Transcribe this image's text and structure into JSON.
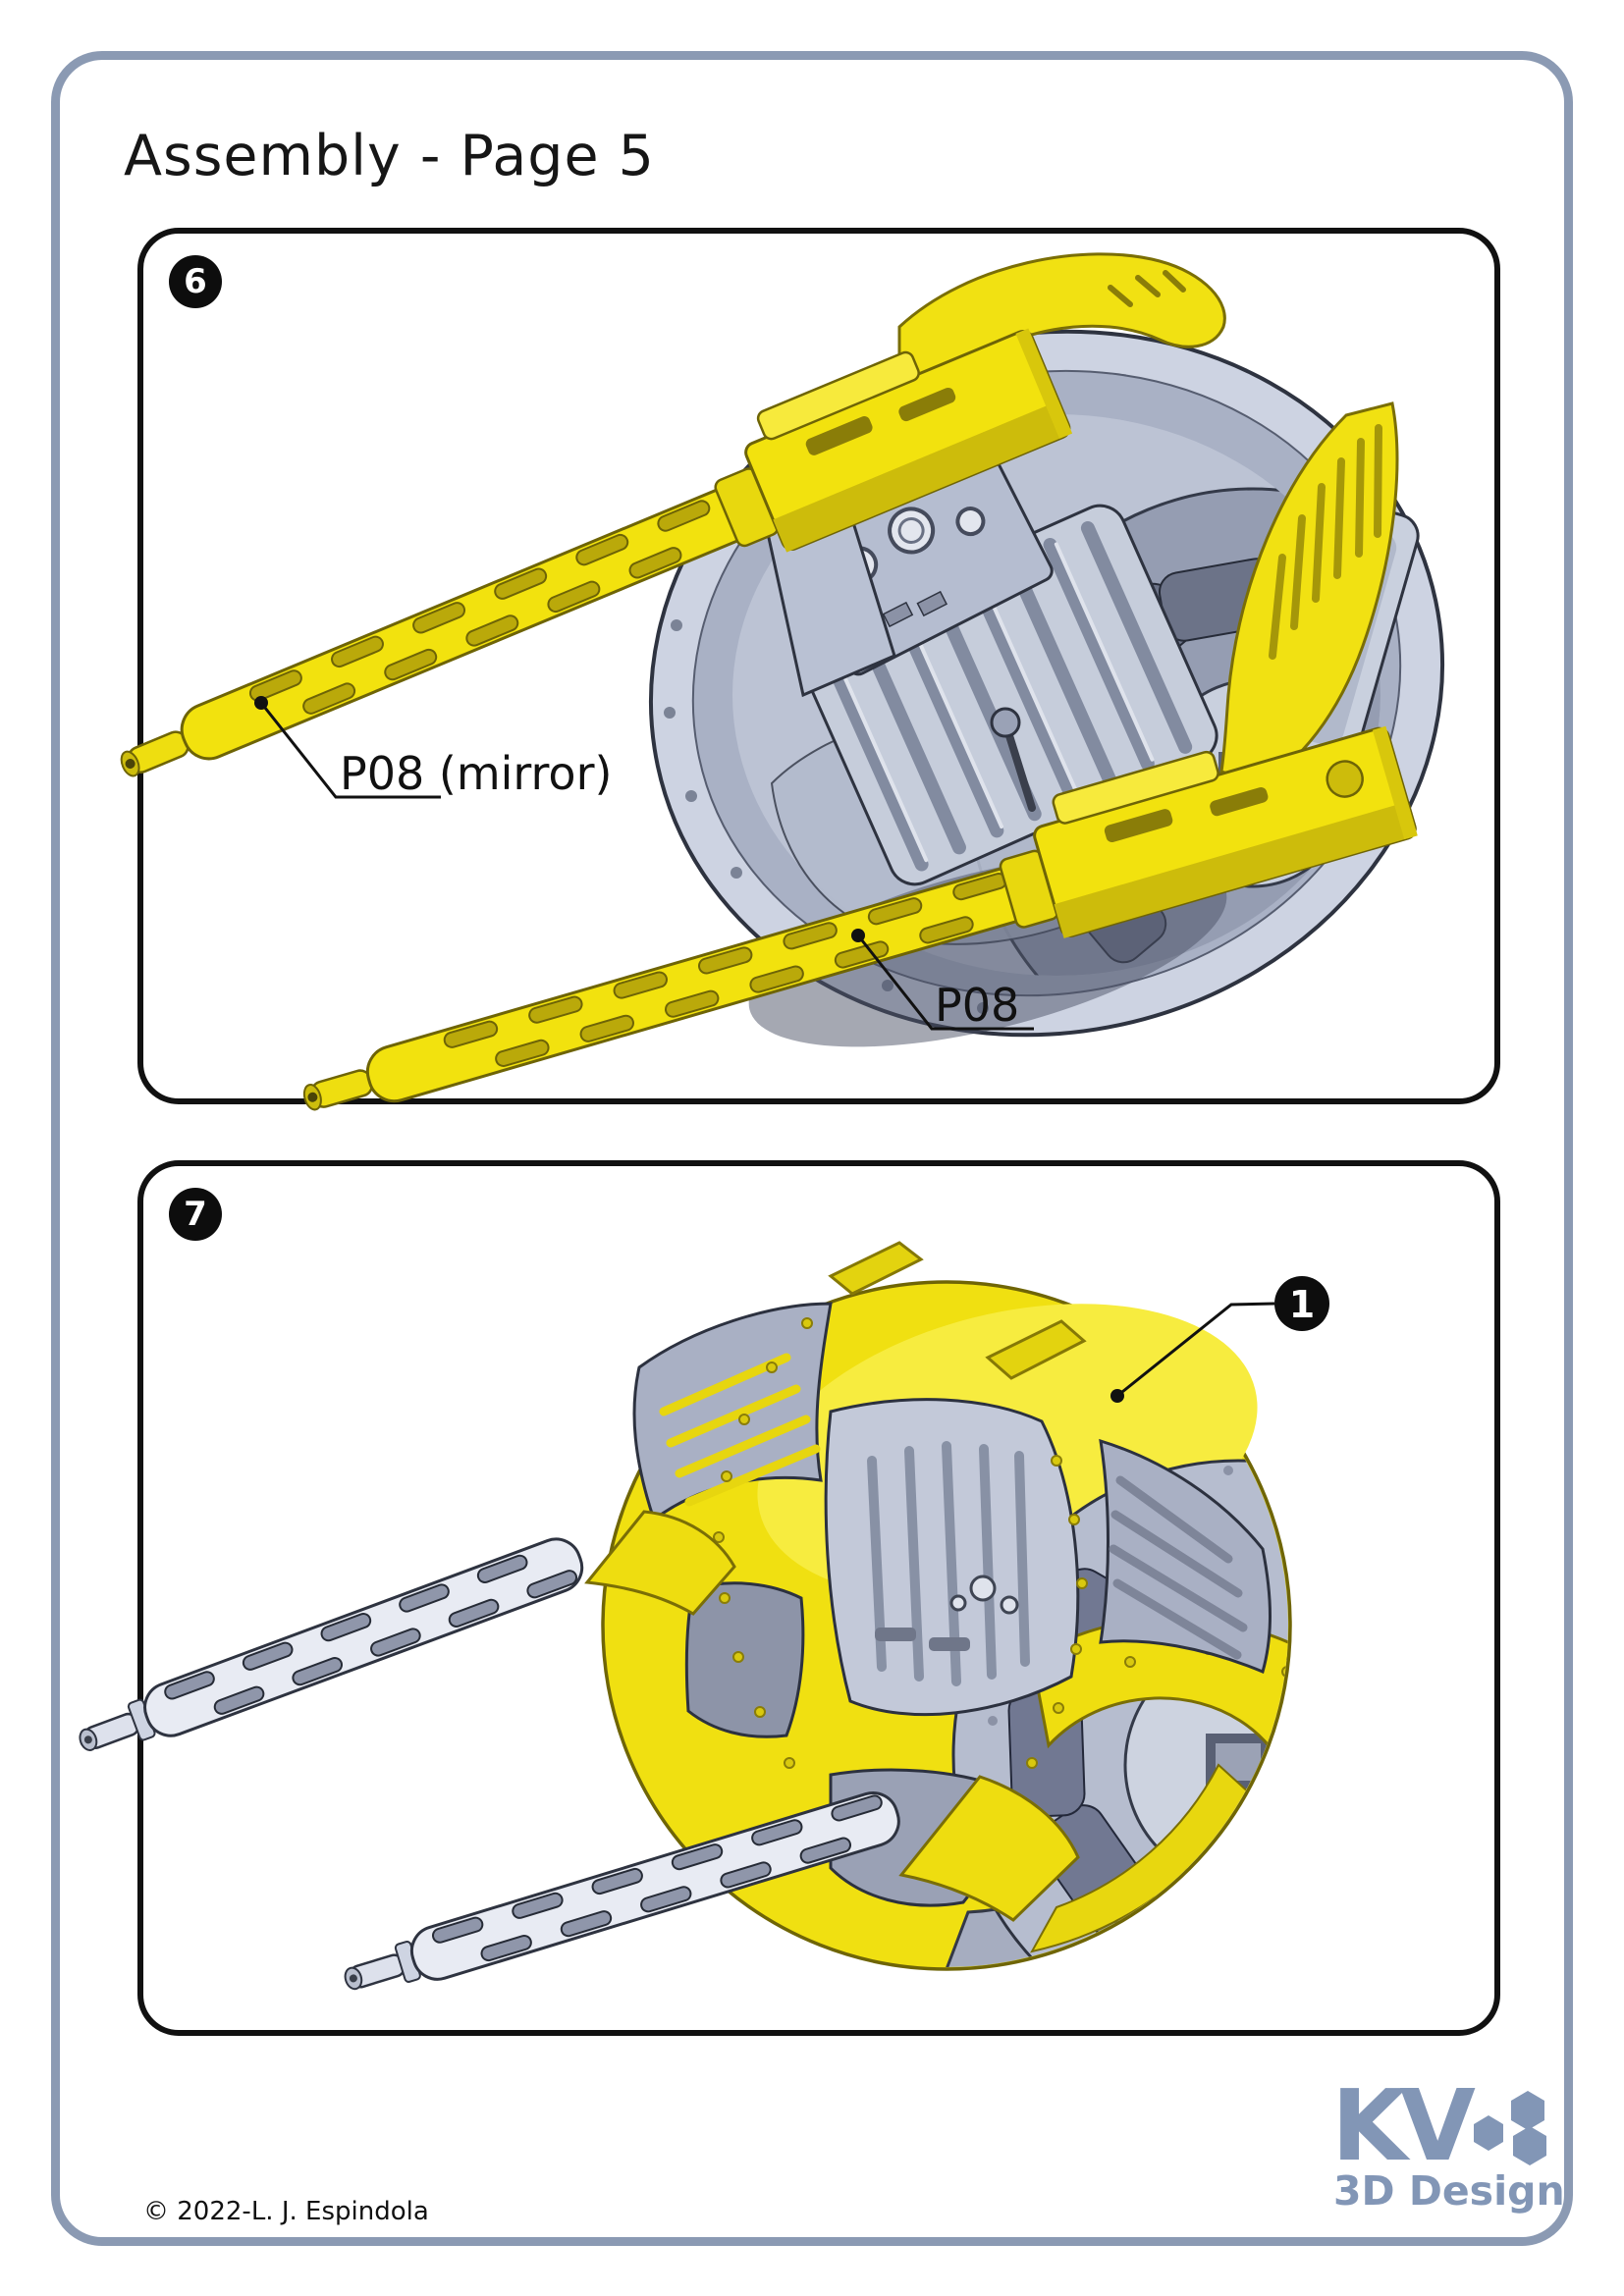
{
  "header": {
    "title": "Assembly - Page 5"
  },
  "steps": {
    "step6": {
      "number": "6",
      "label_mirror": "P08 (mirror)",
      "label_main": "P08"
    },
    "step7": {
      "number": "7",
      "callout_1": "1"
    }
  },
  "footer": {
    "copyright": "© 2022-L. J. Espindola",
    "logo": {
      "brand": "KV",
      "tagline": "3D Design"
    }
  },
  "colors": {
    "page_border": "#8b9ab3",
    "panel_border": "#111111",
    "badge_bg": "#0d0d0d",
    "part_yellow": "#f0e011",
    "part_gray": "#c9cfdf",
    "logo_slate": "#8296b6"
  }
}
